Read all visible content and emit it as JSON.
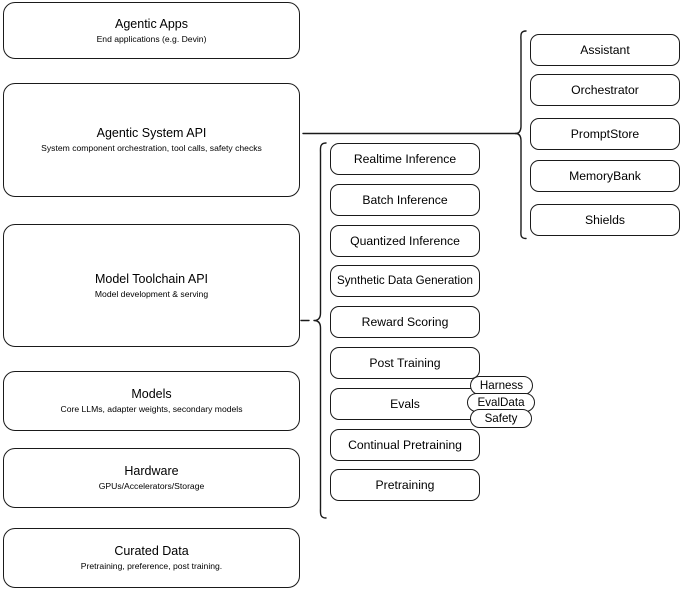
{
  "diagram": {
    "title": "Agentic stack layer diagram",
    "stroke_color": "#1a1a1a",
    "background_color": "#ffffff"
  },
  "layers": [
    {
      "id": "agentic-apps",
      "title": "Agentic Apps",
      "subtitle": "End applications (e.g. Devin)"
    },
    {
      "id": "agentic-system-api",
      "title": "Agentic System API",
      "subtitle": "System component orchestration, tool calls, safety checks"
    },
    {
      "id": "model-toolchain-api",
      "title": "Model Toolchain API",
      "subtitle": "Model development & serving"
    },
    {
      "id": "models",
      "title": "Models",
      "subtitle": "Core LLMs, adapter weights, secondary models"
    },
    {
      "id": "hardware",
      "title": "Hardware",
      "subtitle": "GPUs/Accelerators/Storage"
    },
    {
      "id": "curated-data",
      "title": "Curated Data",
      "subtitle": "Pretraining, preference, post training."
    }
  ],
  "toolchain_components": [
    {
      "id": "realtime-inference",
      "label": "Realtime Inference"
    },
    {
      "id": "batch-inference",
      "label": "Batch Inference"
    },
    {
      "id": "quantized-inference",
      "label": "Quantized Inference"
    },
    {
      "id": "synthetic-data-generation",
      "label": "Synthetic Data Generation"
    },
    {
      "id": "reward-scoring",
      "label": "Reward Scoring"
    },
    {
      "id": "post-training",
      "label": "Post Training"
    },
    {
      "id": "evals",
      "label": "Evals"
    },
    {
      "id": "continual-pretraining",
      "label": "Continual Pretraining"
    },
    {
      "id": "pretraining",
      "label": "Pretraining"
    }
  ],
  "evals_subcomponents": [
    {
      "id": "harness",
      "label": "Harness"
    },
    {
      "id": "evaldata",
      "label": "EvalData"
    },
    {
      "id": "safety",
      "label": "Safety"
    }
  ],
  "system_components": [
    {
      "id": "assistant",
      "label": "Assistant"
    },
    {
      "id": "orchestrator",
      "label": "Orchestrator"
    },
    {
      "id": "promptstore",
      "label": "PromptStore"
    },
    {
      "id": "memorybank",
      "label": "MemoryBank"
    },
    {
      "id": "shields",
      "label": "Shields"
    }
  ]
}
